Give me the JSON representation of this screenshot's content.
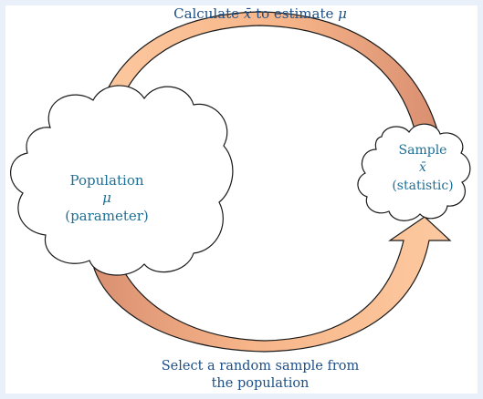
{
  "top_caption": {
    "prefix": "Calculate",
    "xbar": "x̄",
    "middle": "to estimate",
    "mu": "μ"
  },
  "population": {
    "name": "Population",
    "symbol": "μ",
    "kind": "(parameter)"
  },
  "sample": {
    "name": "Sample",
    "symbol": "x̄",
    "kind": "(statistic)"
  },
  "bottom_caption": {
    "line1": "Select a random sample from",
    "line2": "the population"
  },
  "colors": {
    "background": "#e9f0f9",
    "panel": "#ffffff",
    "arrow_light": "#fdc9a0",
    "arrow_dark": "#d98f71",
    "outline": "#1a1a1a",
    "text_teal": "#1f6f95",
    "text_ink": "#1d4f86"
  }
}
